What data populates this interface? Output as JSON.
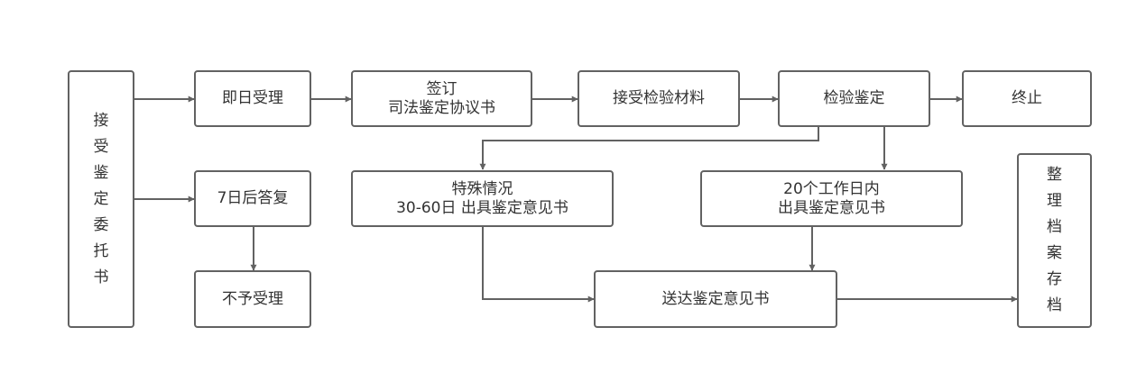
{
  "nodes": {
    "entrust": {
      "text": "接受鉴定委托书"
    },
    "accept_same_day": {
      "text": "即日受理"
    },
    "sign_agreement": {
      "line1": "签订",
      "line2": "司法鉴定协议书"
    },
    "receive_materials": {
      "text": "接受检验材料"
    },
    "inspection": {
      "text": "检验鉴定"
    },
    "terminate": {
      "text": "终止"
    },
    "reply_7days": {
      "text": "7日后答复"
    },
    "not_accepted": {
      "text": "不予受理"
    },
    "special_case": {
      "line1": "特殊情况",
      "line2": "30-60日 出具鉴定意见书"
    },
    "workdays_20": {
      "line1": "20个工作日内",
      "line2": "出具鉴定意见书"
    },
    "deliver_opinion": {
      "text": "送达鉴定意见书"
    },
    "archive": {
      "text": "整理档案存档"
    }
  },
  "colors": {
    "stroke": "#626262",
    "text": "#333333",
    "background": "#ffffff"
  }
}
